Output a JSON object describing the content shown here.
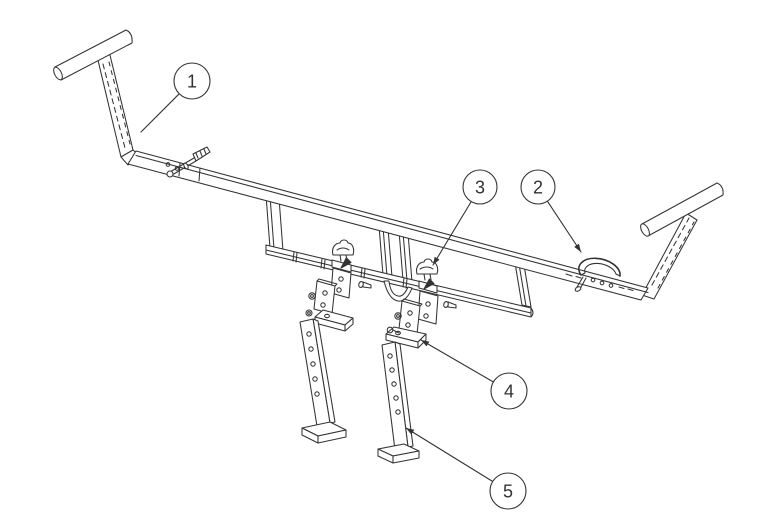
{
  "diagram": {
    "background_color": "#ffffff",
    "line_color": "#333333",
    "callouts": [
      {
        "label": "1"
      },
      {
        "label": "2"
      },
      {
        "label": "3"
      },
      {
        "label": "4"
      },
      {
        "label": "5"
      }
    ]
  }
}
